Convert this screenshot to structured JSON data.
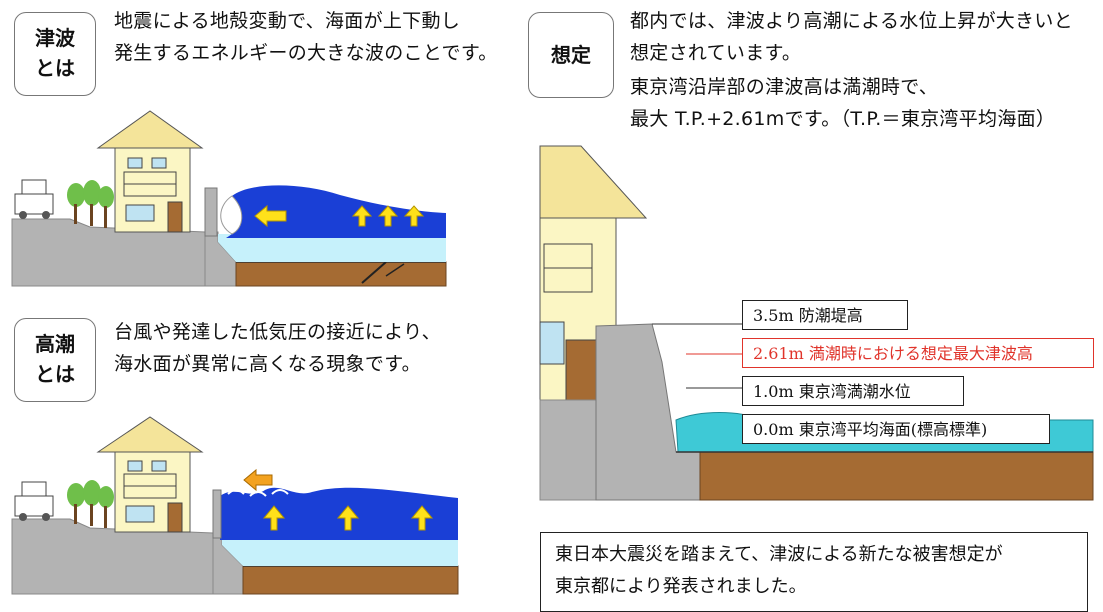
{
  "tsunami": {
    "badge_line1": "津波",
    "badge_line2": "とは",
    "desc_line1": "地震による地殻変動で、海面が上下動し",
    "desc_line2": "発生するエネルギーの大きな波のことです。"
  },
  "storm_surge": {
    "badge_line1": "高潮",
    "badge_line2": "とは",
    "desc_line1": "台風や発達した低気圧の接近により、",
    "desc_line2": "海水面が異常に高くなる現象です。"
  },
  "assumption": {
    "badge": "想定",
    "line1": "都内では、津波より高潮による水位上昇が大きいと",
    "line2": "想定されています。",
    "line3": "東京湾沿岸部の津波高は満潮時で、",
    "line4": "最大 T.P.+2.61mです。（T.P.＝東京湾平均海面）"
  },
  "levels": [
    {
      "label": "3.5m  防潮堤高",
      "highlight": false
    },
    {
      "label": "2.61m  満潮時における想定最大津波高",
      "highlight": true
    },
    {
      "label": "1.0m  東京湾満潮水位",
      "highlight": false
    },
    {
      "label": "0.0m  東京湾平均海面(標高標準)",
      "highlight": false
    }
  ],
  "note": {
    "line1": "東日本大震災を踏まえて、津波による新たな被害想定が",
    "line2": "東京都により発表されました。"
  },
  "colors": {
    "sea_blue": "#1a3fd6",
    "sea_light": "#c6f1fb",
    "teal_water": "#3ec9d6",
    "ground_brown": "#a56b33",
    "seawall_gray": "#b3b3b3",
    "house_wall": "#fbf6c4",
    "roof": "#f4e49a",
    "arrow_yellow": "#ffe11a",
    "arrow_orange": "#f3a21f",
    "tree_green": "#6fbf4a",
    "red_label": "#e0342b"
  }
}
